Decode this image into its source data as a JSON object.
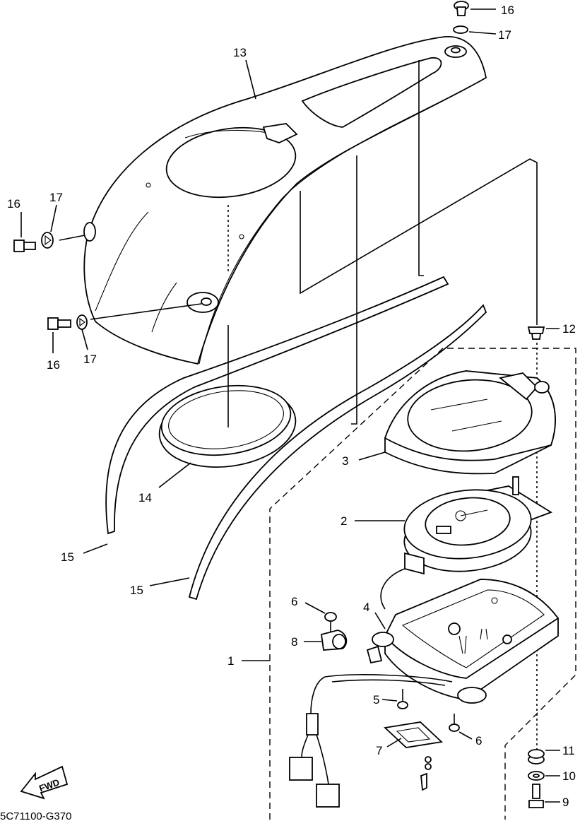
{
  "diagram_code": "5C71100-G370",
  "direction_marker": "FWD",
  "callouts": {
    "c1": "1",
    "c2": "2",
    "c3": "3",
    "c4": "4",
    "c5": "5",
    "c6a": "6",
    "c6b": "6",
    "c7": "7",
    "c8": "8",
    "c9": "9",
    "c10": "10",
    "c11": "11",
    "c12": "12",
    "c13": "13",
    "c14": "14",
    "c15a": "15",
    "c15b": "15",
    "c16a": "16",
    "c16b": "16",
    "c16c": "16",
    "c17a": "17",
    "c17b": "17",
    "c17c": "17"
  }
}
